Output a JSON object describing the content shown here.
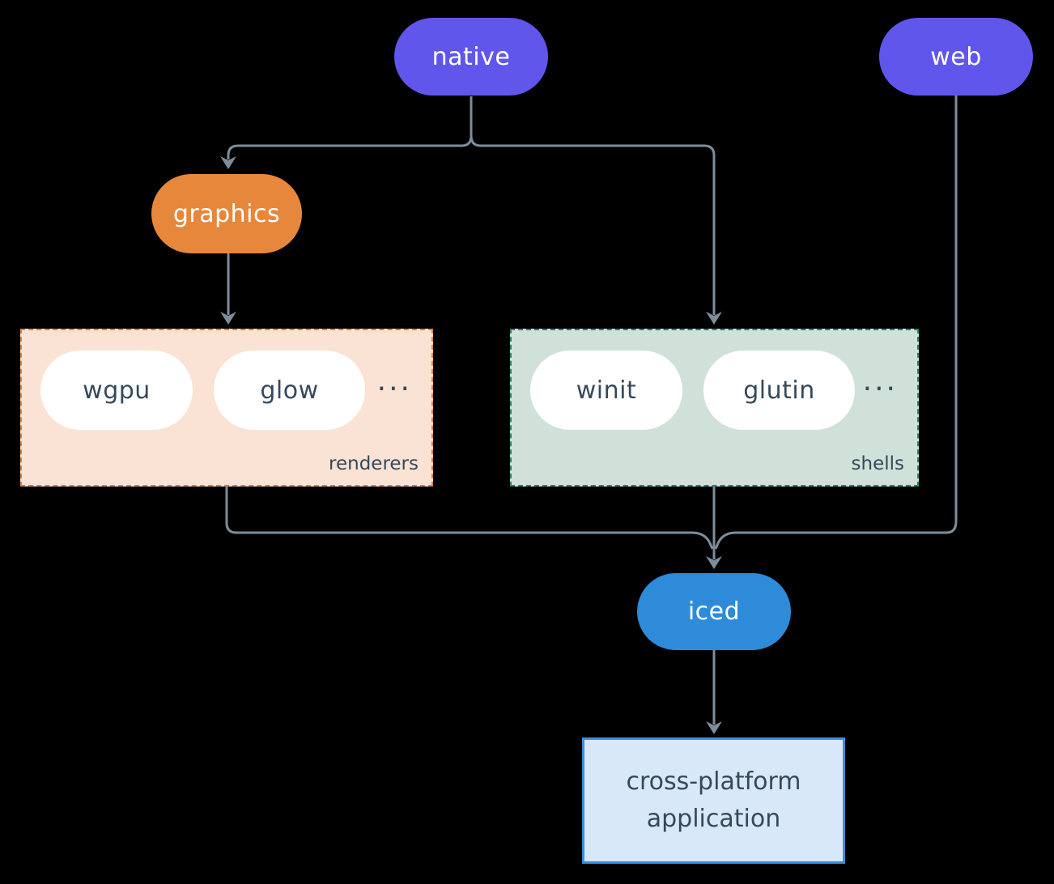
{
  "diagram": {
    "background_color": "#000000",
    "edge_color": "#7D8D9C",
    "text_color_dark": "#35495C",
    "text_color_light": "#FFFFFF",
    "nodes": {
      "native": {
        "label": "native",
        "color": "#6156EC"
      },
      "web": {
        "label": "web",
        "color": "#6156EC"
      },
      "graphics": {
        "label": "graphics",
        "color": "#E6873C"
      },
      "iced": {
        "label": "iced",
        "color": "#2D8BD9"
      },
      "app": {
        "line1": "cross-platform",
        "line2": "application",
        "fill": "#D8E8F8",
        "border_color": "#3E8ED9"
      }
    },
    "groups": {
      "renderers": {
        "label": "renderers",
        "ellipsis": "...",
        "fill": "#FAE3D4",
        "border_color": "#E0813C",
        "items": [
          "wgpu",
          "glow"
        ]
      },
      "shells": {
        "label": "shells",
        "ellipsis": "...",
        "fill": "#D0E1DA",
        "border_color": "#2B8172",
        "items": [
          "winit",
          "glutin"
        ]
      }
    }
  }
}
